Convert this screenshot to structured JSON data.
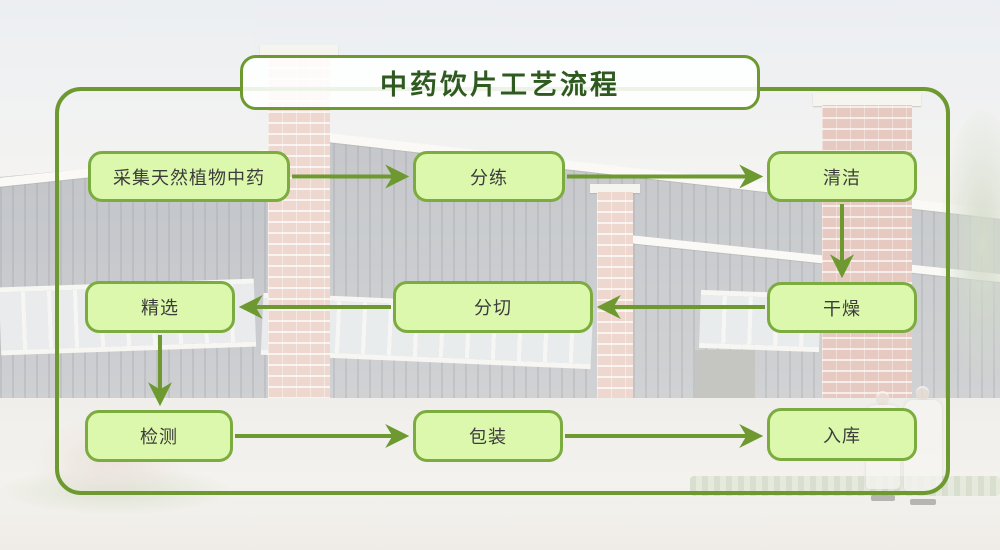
{
  "title": "中药饮片工艺流程",
  "colors": {
    "node-fill": "#dcf8ac",
    "node-border": "#7cab40",
    "line": "#6d9930",
    "title-text": "#2f5a1f",
    "node-text": "#3c3c3c"
  },
  "flow": {
    "nodes": [
      {
        "id": "collect",
        "label": "采集天然植物中药"
      },
      {
        "id": "refine",
        "label": "分练"
      },
      {
        "id": "clean",
        "label": "清洁"
      },
      {
        "id": "dry",
        "label": "干燥"
      },
      {
        "id": "cut",
        "label": "分切"
      },
      {
        "id": "select",
        "label": "精选"
      },
      {
        "id": "test",
        "label": "检测"
      },
      {
        "id": "pack",
        "label": "包装"
      },
      {
        "id": "store",
        "label": "入库"
      }
    ],
    "edges": [
      {
        "from": "collect",
        "to": "refine"
      },
      {
        "from": "refine",
        "to": "clean"
      },
      {
        "from": "clean",
        "to": "dry"
      },
      {
        "from": "dry",
        "to": "cut"
      },
      {
        "from": "cut",
        "to": "select"
      },
      {
        "from": "select",
        "to": "test"
      },
      {
        "from": "test",
        "to": "pack"
      },
      {
        "from": "pack",
        "to": "store"
      }
    ]
  }
}
